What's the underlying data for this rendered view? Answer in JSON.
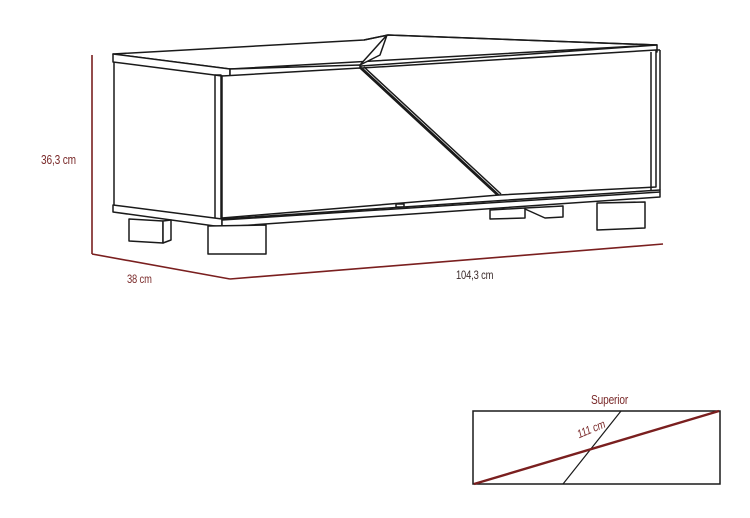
{
  "diagram": {
    "type": "furniture-dimension-drawing",
    "subject": "TV stand / low cabinet with diagonal split door",
    "colors": {
      "outline": "#1a1a1a",
      "dimension_line": "#7a1f1f",
      "label_text": "#7a2a2a",
      "background": "#ffffff"
    }
  },
  "dimensions": {
    "height": "36,3 cm",
    "depth": "38 cm",
    "width": "104,3 cm"
  },
  "top_view": {
    "title": "Superior",
    "diagonal": "111 cm"
  }
}
